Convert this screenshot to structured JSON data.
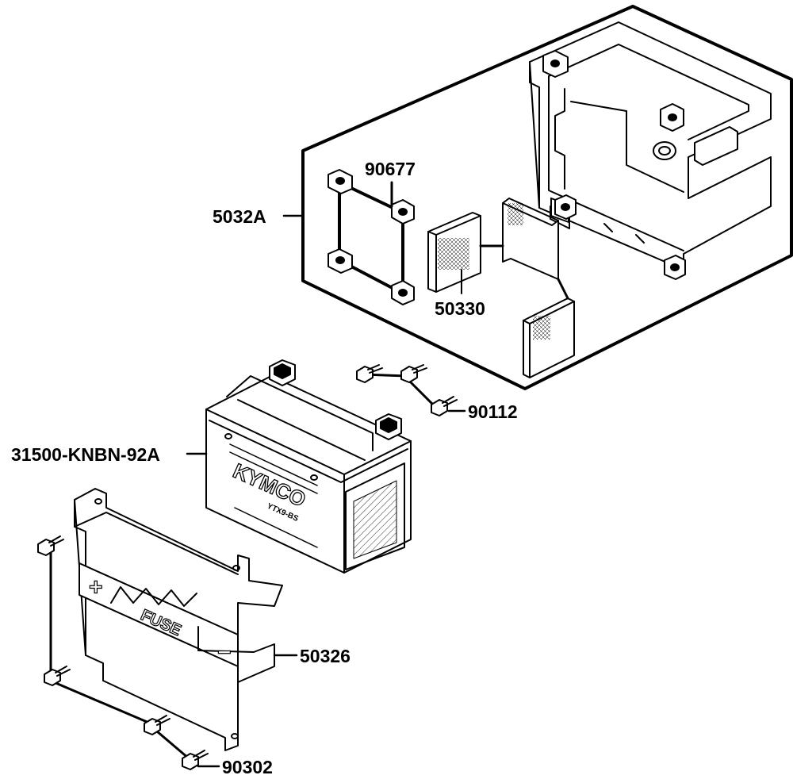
{
  "parts": {
    "battery_case": "5032A",
    "rubber_mounts": "90677",
    "cushion_pads": "50330",
    "battery": "31500-KNBN-92A",
    "case_bolts": "90112",
    "bracket": "50326",
    "bracket_bolts": "90302"
  },
  "battery_markings": {
    "brand": "KYMCO",
    "model": "YTX9-BS"
  },
  "bracket_markings": {
    "fuse": "FUSE",
    "plus": "+",
    "minus": "−"
  },
  "colors": {
    "line": "#000000",
    "background": "#ffffff"
  }
}
